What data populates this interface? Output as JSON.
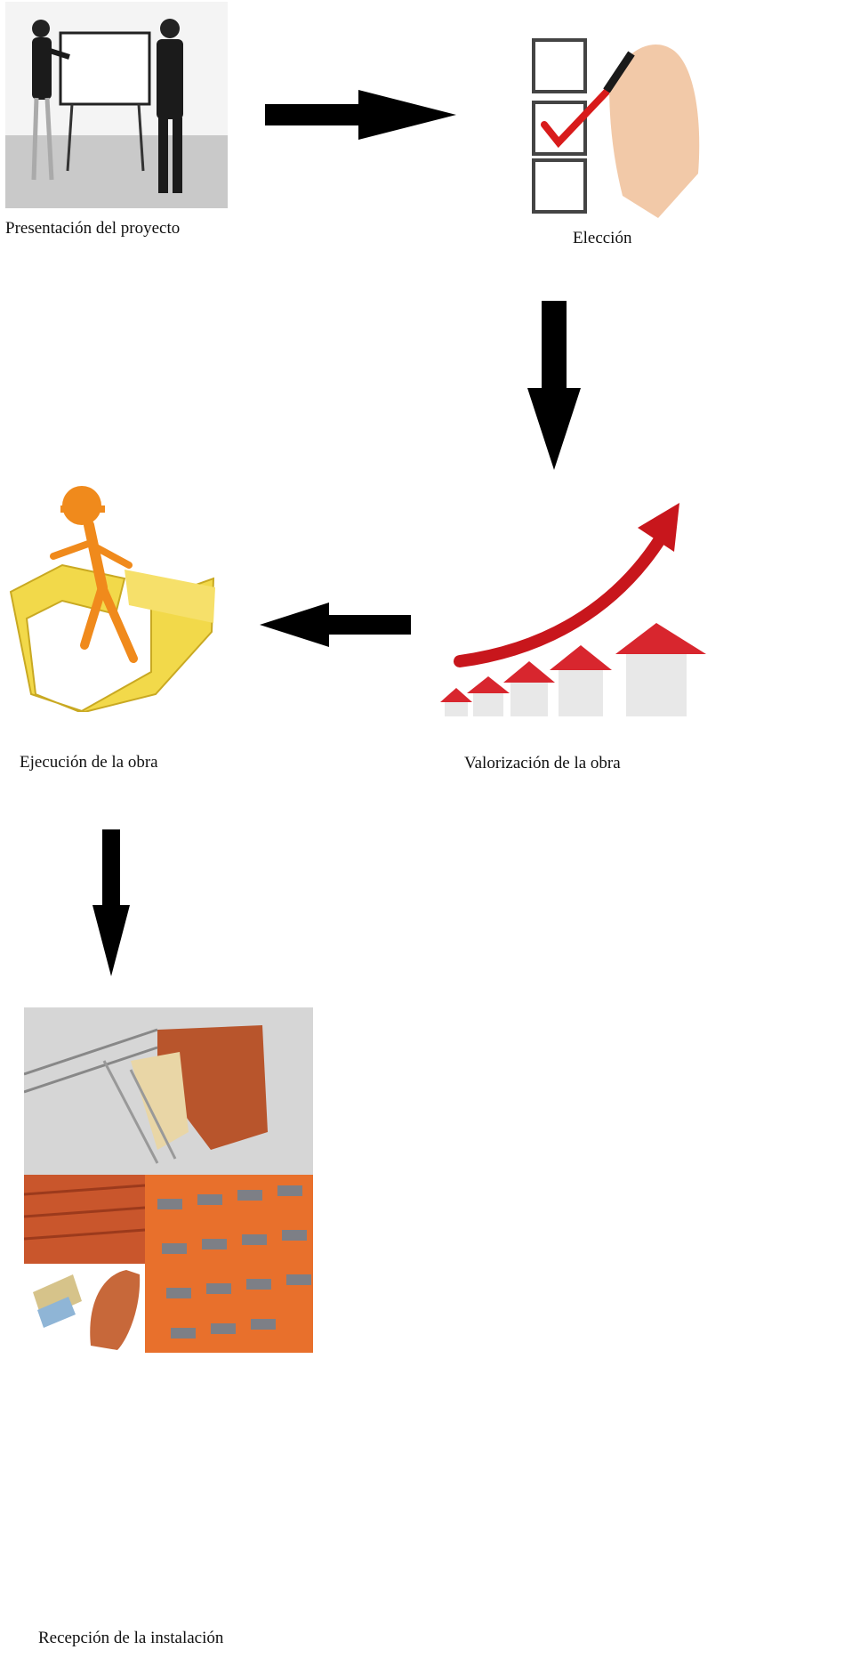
{
  "steps": [
    {
      "id": "presentation",
      "label": "Presentación del proyecto",
      "icon": "presentation-meeting-icon"
    },
    {
      "id": "election",
      "label": "Elección",
      "icon": "checklist-hand-icon"
    },
    {
      "id": "valuation",
      "label": "Valorización de la obra",
      "icon": "houses-growth-arrow-icon"
    },
    {
      "id": "execution",
      "label": "Ejecución de la obra",
      "icon": "builder-brick-wall-icon"
    },
    {
      "id": "reception",
      "label": "Recepción de la instalación",
      "icon": "roof-tiles-collage-icon"
    }
  ],
  "colors": {
    "arrow": "#000000",
    "check": "#d81b1b",
    "roof": "#d8262e",
    "brick": "#f2d94a",
    "builder": "#f08a1c",
    "tile": "#e8702c"
  }
}
